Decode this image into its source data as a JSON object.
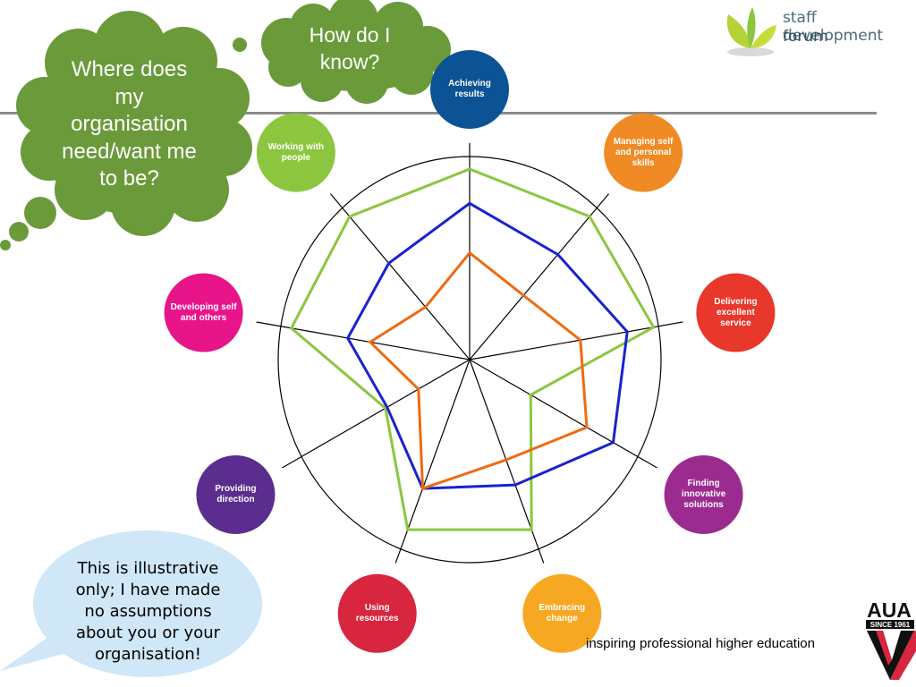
{
  "logo": {
    "line1": "staff development",
    "line2": "forum",
    "green": "#8cc63f"
  },
  "thought_clouds": {
    "left_text": "Where does my organisation need/want me to be?",
    "right_text": "How do I know?",
    "fill": "#6a9a3a"
  },
  "speech_bubble": {
    "text": "This is illustrative only; I have made no assumptions about you or your organisation!",
    "fill": "#cfe7f6"
  },
  "footer": {
    "tagline": "inspiring professional higher education",
    "aua_text": "AUA",
    "aua_since": "SINCE 1961"
  },
  "competencies": [
    {
      "label": "Achieving results",
      "color": "#0b5394"
    },
    {
      "label": "Managing self and personal skills",
      "color": "#f08a24"
    },
    {
      "label": "Delivering excellent service",
      "color": "#e8372b"
    },
    {
      "label": "Finding innovative solutions",
      "color": "#9b2b8f"
    },
    {
      "label": "Embracing change",
      "color": "#f7a823"
    },
    {
      "label": "Using resources",
      "color": "#d7263d"
    },
    {
      "label": "Providing direction",
      "color": "#5b2d8e"
    },
    {
      "label": "Developing self and others",
      "color": "#e7148a"
    },
    {
      "label": "Working with people",
      "color": "#8cc63f"
    }
  ],
  "chart_data": {
    "type": "radar",
    "axes": [
      "Achieving results",
      "Managing self and personal skills",
      "Delivering excellent service",
      "Finding innovative solutions",
      "Embracing change",
      "Using resources",
      "Providing direction",
      "Developing self and others",
      "Working with people"
    ],
    "max": 1.0,
    "series": [
      {
        "color": "#8cc63f",
        "values": [
          1.0,
          0.98,
          0.98,
          0.37,
          0.95,
          0.95,
          0.51,
          0.95,
          0.98
        ]
      },
      {
        "color": "#1a22cc",
        "values": [
          0.82,
          0.72,
          0.84,
          0.87,
          0.7,
          0.72,
          0.5,
          0.65,
          0.66
        ]
      },
      {
        "color": "#f06a10",
        "values": [
          0.56,
          0.44,
          0.59,
          0.71,
          0.56,
          0.72,
          0.31,
          0.53,
          0.36
        ]
      }
    ]
  }
}
